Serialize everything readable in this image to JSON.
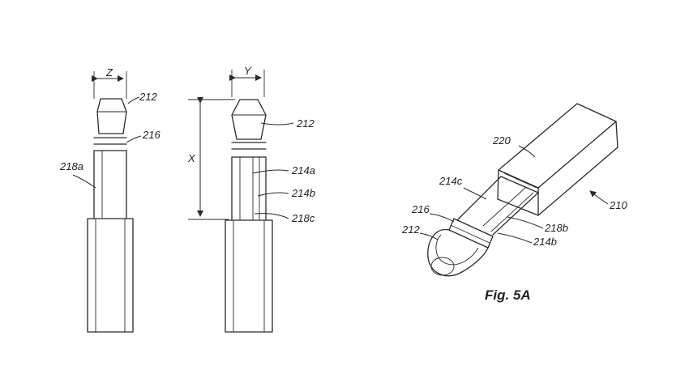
{
  "figure": {
    "caption": "Fig. 5A",
    "left_view": {
      "width_label": "Z",
      "tip_label": "212",
      "ring_label": "216",
      "sleeve_label": "218a"
    },
    "middle_view": {
      "width_label": "Y",
      "length_label": "X",
      "tip_label": "212",
      "band_labels": [
        "214a",
        "214b",
        "218c"
      ]
    },
    "perspective_view": {
      "housing_label": "220",
      "assembly_label": "210",
      "shaft_label": "214c",
      "ring_label": "216",
      "tip_label": "212",
      "band_label_upper": "218b",
      "band_label_lower": "214b"
    }
  }
}
